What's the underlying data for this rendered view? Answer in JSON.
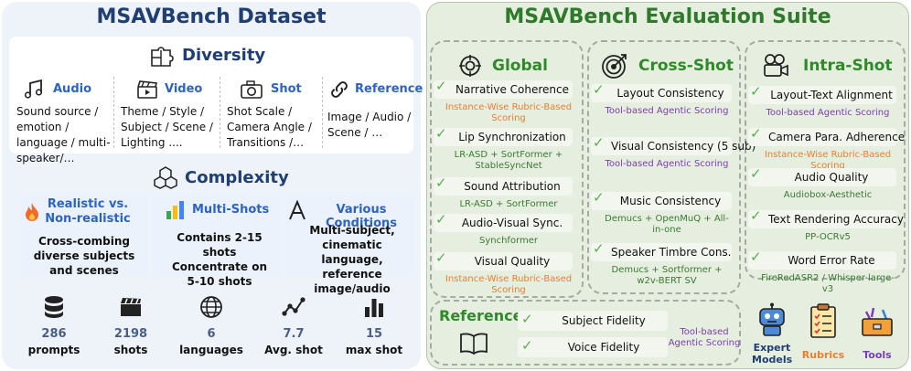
{
  "dataset": {
    "title": "MSAVBench Dataset",
    "diversity": {
      "title": "Diversity",
      "items": [
        {
          "icon": "music-notes-icon",
          "label": "Audio",
          "text": "Sound source / emotion / language / multi-speaker/…"
        },
        {
          "icon": "clapperboard-icon",
          "label": "Video",
          "text": "Theme / Style / Subject / Scene / Lighting ...."
        },
        {
          "icon": "camera-icon",
          "label": "Shot",
          "text": "Shot Scale / Camera Angle / Transitions /…"
        },
        {
          "icon": "link-icon",
          "label": "Reference",
          "text": "Image / Audio / Scene / …"
        }
      ]
    },
    "complexity": {
      "title": "Complexity",
      "items": [
        {
          "icon": "flame-icon",
          "label": "Realistic vs. Non-realistic",
          "text": "Cross-combing diverse subjects and scenes"
        },
        {
          "icon": "bar-chart-icon",
          "label": "Multi-Shots",
          "text": "Contains 2-15 shots Concentrate on 5-10 shots"
        },
        {
          "icon": "letter-a-icon",
          "label": "Various Conditions",
          "text": "Multi-subject, cinematic language, reference image/audio"
        }
      ]
    },
    "stats": [
      {
        "icon": "database-icon",
        "value": "286",
        "label": "prompts"
      },
      {
        "icon": "clapper-icon",
        "value": "2198",
        "label": "shots"
      },
      {
        "icon": "globe-icon",
        "value": "6",
        "label": "languages"
      },
      {
        "icon": "line-graph-icon",
        "value": "7.7",
        "label": "Avg. shot"
      },
      {
        "icon": "bar-icon",
        "value": "15",
        "label": "max shot"
      }
    ]
  },
  "suite": {
    "title": "MSAVBench Evaluation Suite",
    "global": {
      "title": "Global",
      "metrics": [
        {
          "name": "Narrative Coherence",
          "method": "Instance-Wise Rubric-Based Scoring",
          "color": "#ee7d2e"
        },
        {
          "name": "Lip Synchronization",
          "method": "LR-ASD + SortFormer + StableSyncNet",
          "color": "#3a7a32"
        },
        {
          "name": "Sound Attribution",
          "method": "LR-ASD + SortFormer",
          "color": "#3a7a32"
        },
        {
          "name": "Audio-Visual Sync.",
          "method": "Synchformer",
          "color": "#3a7a32"
        },
        {
          "name": "Visual Quality",
          "method": "Instance-Wise Rubric-Based Scoring",
          "color": "#ee7d2e"
        }
      ]
    },
    "cross_shot": {
      "title": "Cross-Shot",
      "metrics": [
        {
          "name": "Layout Consistency",
          "method": "Tool-based Agentic Scoring",
          "color": "#7a3db4"
        },
        {
          "name": "Visual Consistency (5 sub)",
          "method": "Tool-based Agentic Scoring",
          "color": "#7a3db4"
        },
        {
          "name": "Music Consistency",
          "method": "Demucs + OpenMuQ + All-in-one",
          "color": "#3a7a32"
        },
        {
          "name": "Speaker Timbre Cons.",
          "method": "Demucs + Sortformer + w2v-BERT SV",
          "color": "#3a7a32"
        }
      ]
    },
    "intra_shot": {
      "title": "Intra-Shot",
      "metrics": [
        {
          "name": "Layout-Text Alignment",
          "method": "Tool-based Agentic Scoring",
          "color": "#7a3db4"
        },
        {
          "name": "Camera Para. Adherence",
          "method": "Instance-Wise Rubric-Based Scoring",
          "color": "#ee7d2e"
        },
        {
          "name": "Audio Quality",
          "method": "Audiobox-Aesthetic",
          "color": "#3a7a32"
        },
        {
          "name": "Text Rendering Accuracy",
          "method": "PP-OCRv5",
          "color": "#3a7a32"
        },
        {
          "name": "Word Error Rate",
          "method": "FireRedASR2 / Whisper-large-v3",
          "color": "#3a7a32"
        }
      ]
    },
    "reference": {
      "title": "Reference",
      "metrics": [
        "Subject Fidelity",
        "Voice Fidelity"
      ],
      "method": "Tool-based Agentic Scoring"
    },
    "legend": [
      {
        "icon": "robot-icon",
        "label": "Expert Models",
        "color": "#1f3e73"
      },
      {
        "icon": "clipboard-icon",
        "label": "Rubrics",
        "color": "#ee7d2e"
      },
      {
        "icon": "toolbox-icon",
        "label": "Tools",
        "color": "#7a3db4"
      }
    ]
  }
}
